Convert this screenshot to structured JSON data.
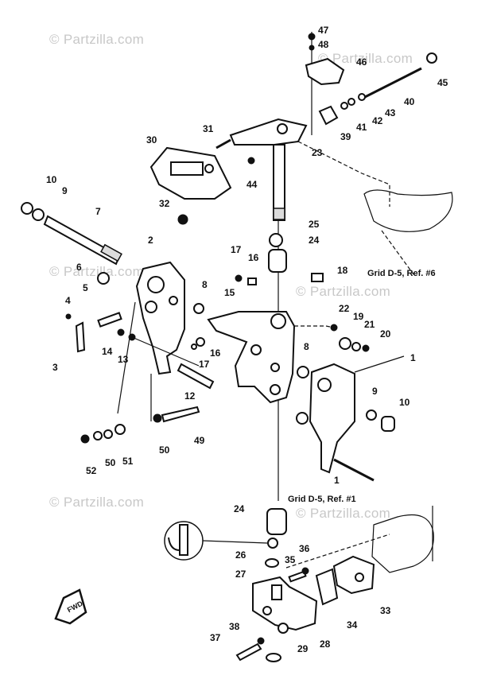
{
  "watermarks": [
    "© Partzilla.com",
    "© Partzilla.com",
    "© Partzilla.com",
    "© Partzilla.com",
    "© Partzilla.com",
    "© Partzilla.com"
  ],
  "references": {
    "upper": "Grid D-5, Ref. #6",
    "lower": "Grid D-5, Ref. #1"
  },
  "arrow_label": "FWD",
  "callouts": {
    "n1a": "1",
    "n1b": "1",
    "n2": "2",
    "n3": "3",
    "n4": "4",
    "n5": "5",
    "n6": "6",
    "n7": "7",
    "n8a": "8",
    "n8b": "8",
    "n9a": "9",
    "n9b": "9",
    "n10a": "10",
    "n10b": "10",
    "n12": "12",
    "n13": "13",
    "n14": "14",
    "n15": "15",
    "n16a": "16",
    "n16b": "16",
    "n17a": "17",
    "n17b": "17",
    "n18": "18",
    "n19": "19",
    "n20": "20",
    "n21": "21",
    "n22": "22",
    "n23": "23",
    "n24a": "24",
    "n24b": "24",
    "n25": "25",
    "n26": "26",
    "n27": "27",
    "n28": "28",
    "n29": "29",
    "n30": "30",
    "n31": "31",
    "n32": "32",
    "n33": "33",
    "n34": "34",
    "n35": "35",
    "n36": "36",
    "n37": "37",
    "n38": "38",
    "n39": "39",
    "n40": "40",
    "n41": "41",
    "n42": "42",
    "n43": "43",
    "n44": "44",
    "n45": "45",
    "n46": "46",
    "n47": "47",
    "n48": "48",
    "n49": "49",
    "n50a": "50",
    "n50b": "50",
    "n51": "51",
    "n52": "52"
  }
}
